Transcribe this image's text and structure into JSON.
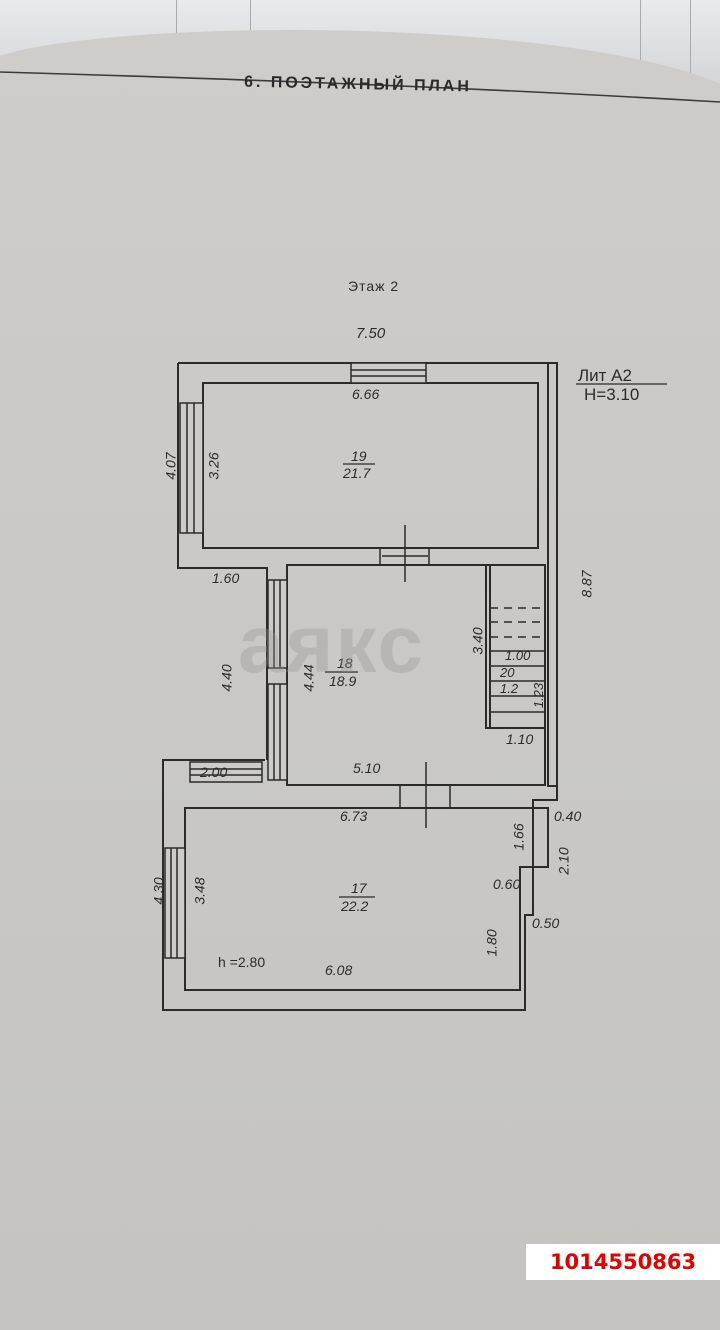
{
  "document": {
    "section_title": "6. ПОЭТАЖНЫЙ ПЛАН",
    "floor_label": "Этаж 2",
    "lit_label": "Лит А2",
    "height_label": "Н=3.10",
    "watermark": "аякс",
    "listing_id": "1014550863"
  },
  "plan": {
    "overall_width": "7.50",
    "overall_depth": "8.87",
    "rooms": [
      {
        "number": "19",
        "area": "21.7",
        "inner_width": "6.66",
        "inner_depth": "3.26",
        "outer_depth": "4.07"
      },
      {
        "number": "18",
        "area": "18.9",
        "inner_width": "5.10",
        "inner_depth": "4.44",
        "stair_depth": "3.40",
        "stair_width": "1.10"
      },
      {
        "number": "17",
        "area": "22.2",
        "inner_width_top": "6.73",
        "inner_width_bottom": "6.08",
        "inner_depth": "3.48",
        "outer_depth": "4.30",
        "right_upper": "1.66",
        "right_step": "0.60",
        "right_lower": "1.80",
        "ceiling_height": "h =2.80"
      },
      {
        "number": "20",
        "area": "1.2",
        "label_width": "1.00",
        "label_depth": "1.23"
      }
    ],
    "dimensions": {
      "corridor_left": "1.60",
      "corridor_depth": "4.40",
      "lower_left_offset": "2.00",
      "right_step_top": "0.40",
      "right_step_depth": "2.10",
      "right_step_bottom": "0.50"
    }
  },
  "colors": {
    "paper": "#c9c8c4",
    "ink": "#2b2b2b",
    "listing_id": "#e10000"
  }
}
